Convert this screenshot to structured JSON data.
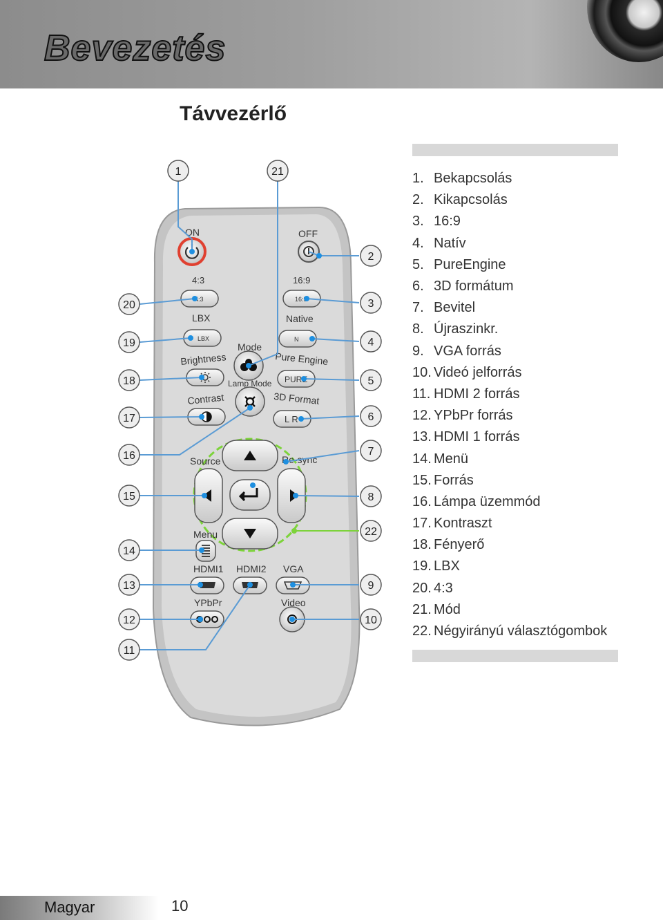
{
  "header": {
    "title": "Bevezetés"
  },
  "section_title": "Távvezérlő",
  "remote": {
    "labels": {
      "on": "ON",
      "off": "OFF",
      "r43": "4:3",
      "r169": "16:9",
      "lbx": "LBX",
      "native": "Native",
      "mode": "Mode",
      "brightness": "Brightness",
      "pure_engine": "Pure Engine",
      "lamp_mode": "Lamp Mode",
      "contrast": "Contrast",
      "format3d": "3D Format",
      "source": "Source",
      "resync": "Re-sync",
      "menu": "Menu",
      "hdmi1": "HDMI1",
      "hdmi2": "HDMI2",
      "vga": "VGA",
      "ypbpr": "YPbPr",
      "video": "Video",
      "btn_43": "4:3",
      "btn_169": "16:9",
      "btn_lbx": "LBX",
      "btn_n": "N",
      "btn_pure": "PURE",
      "btn_lr": "L R"
    },
    "callouts": {
      "c1": "1",
      "c2": "2",
      "c3": "3",
      "c4": "4",
      "c5": "5",
      "c6": "6",
      "c7": "7",
      "c8": "8",
      "c9": "9",
      "c10": "10",
      "c11": "11",
      "c12": "12",
      "c13": "13",
      "c14": "14",
      "c15": "15",
      "c16": "16",
      "c17": "17",
      "c18": "18",
      "c19": "19",
      "c20": "20",
      "c21": "21",
      "c22": "22"
    }
  },
  "legend": [
    {
      "num": "1.",
      "text": "Bekapcsolás"
    },
    {
      "num": "2.",
      "text": "Kikapcsolás"
    },
    {
      "num": "3.",
      "text": "16:9"
    },
    {
      "num": "4.",
      "text": "Natív"
    },
    {
      "num": "5.",
      "text": "PureEngine"
    },
    {
      "num": "6.",
      "text": "3D formátum"
    },
    {
      "num": "7.",
      "text": "Bevitel"
    },
    {
      "num": "8.",
      "text": "Újraszinkr."
    },
    {
      "num": "9.",
      "text": "VGA forrás"
    },
    {
      "num": "10.",
      "text": "Videó jelforrás"
    },
    {
      "num": "11.",
      "text": "HDMI 2 forrás"
    },
    {
      "num": "12.",
      "text": "YPbPr forrás"
    },
    {
      "num": "13.",
      "text": "HDMI 1 forrás"
    },
    {
      "num": "14.",
      "text": "Menü"
    },
    {
      "num": "15.",
      "text": "Forrás"
    },
    {
      "num": "16.",
      "text": "Lámpa üzemmód"
    },
    {
      "num": "17.",
      "text": "Kontraszt"
    },
    {
      "num": "18.",
      "text": "Fényerő"
    },
    {
      "num": "19.",
      "text": "LBX"
    },
    {
      "num": "20.",
      "text": "4:3"
    },
    {
      "num": "21.",
      "text": "Mód"
    },
    {
      "num": "22.",
      "text": "Négyirányú választógombok"
    }
  ],
  "footer": {
    "language": "Magyar",
    "page_number": "10"
  },
  "colors": {
    "callout_line": "#5a9bd4",
    "callout_dot": "#1e8fe0",
    "power_ring": "#e04030",
    "dpad_ring": "#7dd33a"
  }
}
